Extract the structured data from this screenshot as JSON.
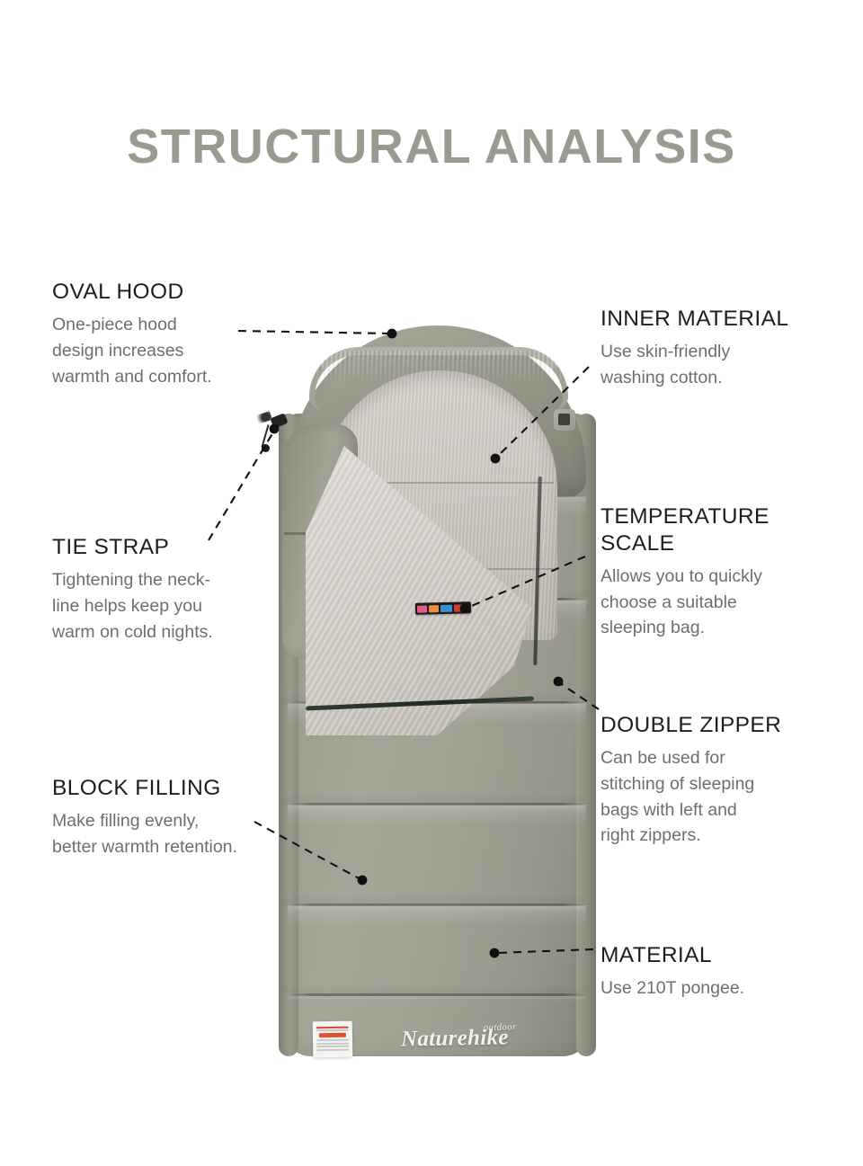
{
  "page": {
    "title": "STRUCTURAL ANALYSIS",
    "background_color": "#ffffff",
    "title_color": "#9a9a8e"
  },
  "product": {
    "type": "envelope sleeping bag",
    "brand_logo": "Naturehike",
    "brand_logo_sup": "outdoor",
    "shell_color": "#9c9c8f",
    "lining_color": "#cdc9c2",
    "temperature_tag_colors": [
      "#e35d8a",
      "#f08a3c",
      "#3a8fd0",
      "#d03a3a"
    ]
  },
  "callouts": [
    {
      "id": "oval-hood",
      "heading": "OVAL HOOD",
      "body": "One-piece hood\ndesign increases\nwarmth and comfort.",
      "side": "left"
    },
    {
      "id": "tie-strap",
      "heading": "TIE STRAP",
      "body": "Tightening the neck-\nline helps keep you\nwarm on cold nights.",
      "side": "left"
    },
    {
      "id": "block-filling",
      "heading": "BLOCK FILLING",
      "body": "Make filling evenly,\nbetter warmth retention.",
      "side": "left"
    },
    {
      "id": "inner-material",
      "heading": "INNER MATERIAL",
      "body": "Use skin-friendly\nwashing cotton.",
      "side": "right"
    },
    {
      "id": "temperature-scale",
      "heading": "TEMPERATURE\nSCALE",
      "body": "Allows you to quickly\nchoose a suitable\nsleeping bag.",
      "side": "right"
    },
    {
      "id": "double-zipper",
      "heading": "DOUBLE ZIPPER",
      "body": "Can be used for\nstitching of sleeping\nbags with left and\nright zippers.",
      "side": "right"
    },
    {
      "id": "material",
      "heading": "MATERIAL",
      "body": "Use 210T pongee.",
      "side": "right"
    }
  ],
  "leader_lines": {
    "color": "#111111",
    "style": "dashed",
    "dot_radius": 5
  }
}
